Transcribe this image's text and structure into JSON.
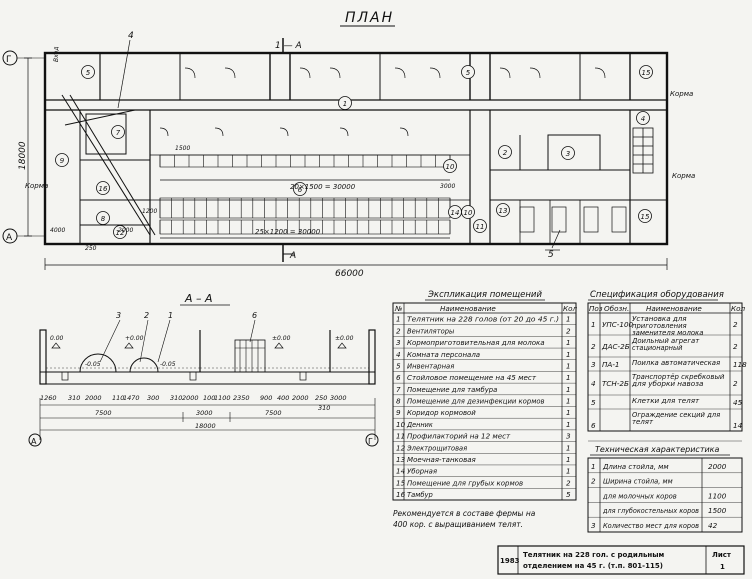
{
  "title": "ПЛАН",
  "section_title": "А – А",
  "section_marks": {
    "top": "1 — А",
    "bottom": "А"
  },
  "axes": {
    "g": "Г",
    "a": "А"
  },
  "plan_dims": {
    "total": "66000",
    "height": "18000",
    "stall_top": "20×1500 = 30000",
    "stall_bottom": "25×1200 = 30000",
    "dim_3000": "3000",
    "dim_250": "250",
    "dim_4000": "4000",
    "dim_2000": "2000",
    "dim_1500": "1500",
    "dim_1200": "1200"
  },
  "plan_labels": {
    "korma_left": "Корма",
    "korma_right_top": "Корма",
    "korma_right_bottom": "Корма",
    "vent_label": "Вход",
    "callout_4": "4",
    "callout_5": "5"
  },
  "room_numbers": [
    "1",
    "2",
    "3",
    "4",
    "5",
    "6",
    "7",
    "8",
    "9",
    "10",
    "11",
    "12",
    "13",
    "14",
    "15",
    "16"
  ],
  "section_dims": {
    "d1260": "1260",
    "d310a": "310",
    "d2000a": "2000",
    "d110": "110",
    "d1470": "1470",
    "d300": "300",
    "d310b": "310",
    "d2000b": "2000",
    "d100": "100",
    "d1100": "1100",
    "d2350": "2350",
    "d900": "900",
    "d400": "400",
    "d2000c": "2000",
    "d250": "250",
    "d3000": "3000",
    "d310c": "310",
    "span_left": "7500",
    "span_mid": "3000",
    "span_right": "7500",
    "span_total": "18000",
    "lvl_000_left": "0.00",
    "lvl_000_mid": "+0.00",
    "lvl_000_right": "±0.00",
    "lvl_000_far": "±0.00",
    "lvl_neg1": "-0.05",
    "lvl_neg2": "-0.05",
    "callouts": [
      "3",
      "2",
      "1",
      "6"
    ]
  },
  "explication": {
    "title": "Экспликация помещений",
    "headers": [
      "№",
      "Наименование",
      "Кол"
    ],
    "rows": [
      [
        "1",
        "Телятник на 228 голов (от 20 до 45 г.)",
        "1"
      ],
      [
        "2",
        "Вентиляторы",
        "2"
      ],
      [
        "3",
        "Кормоприготовительная для молока",
        "1"
      ],
      [
        "4",
        "Комната персонала",
        "1"
      ],
      [
        "5",
        "Инвентарная",
        "1"
      ],
      [
        "6",
        "Стойловое помещение на 45 мест",
        "1"
      ],
      [
        "7",
        "Помещение для тамбура",
        "1"
      ],
      [
        "8",
        "Помещение для дезинфекции кормов",
        "1"
      ],
      [
        "9",
        "Коридор кормовой",
        "1"
      ],
      [
        "10",
        "Денник",
        "1"
      ],
      [
        "11",
        "Профилакторий на 12 мест",
        "3"
      ],
      [
        "12",
        "Электрощитовая",
        "1"
      ],
      [
        "13",
        "Моечная-танковая",
        "1"
      ],
      [
        "14",
        "Уборная",
        "1"
      ],
      [
        "15",
        "Помещение для грубых кормов",
        "2"
      ],
      [
        "16",
        "Тамбур",
        "5"
      ]
    ]
  },
  "equipment": {
    "title": "Спецификация оборудования",
    "headers": [
      "Поз",
      "Обозн.",
      "Наименование",
      "Кол"
    ],
    "rows": [
      [
        "1",
        "УПС-100",
        "Установка для приготовления заменителя молока",
        "2"
      ],
      [
        "2",
        "ДАС-2Б",
        "Доильный агрегат стационарный",
        "2"
      ],
      [
        "3",
        "ПА-1",
        "Поилка автоматическая",
        "118"
      ],
      [
        "4",
        "ТСН-2Б",
        "Транспортёр скребковый для уборки навоза",
        "2"
      ],
      [
        "5",
        "",
        "Клетки для телят",
        "45"
      ],
      [
        "6",
        "",
        "Ограждение секций для телят",
        "14"
      ]
    ]
  },
  "tech": {
    "title": "Техническая характеристика",
    "rows": [
      [
        "1",
        "Длина стойла, мм",
        "2000"
      ],
      [
        "2",
        "Ширина стойла, мм",
        ""
      ],
      [
        "",
        "для молочных коров",
        "1100"
      ],
      [
        "",
        "для глубокостельных коров",
        "1500"
      ],
      [
        "3",
        "Количество мест для коров",
        "42"
      ]
    ]
  },
  "note": "Рекомендуется в составе фермы на 400 кор. с выращиванием телят.",
  "stamp": {
    "code": "1983",
    "name": "Телятник на 228 гол. с родильным отделением на 45 г. (т.п. 801-115)",
    "sheet_label": "Лист",
    "sheet_no": "1"
  }
}
